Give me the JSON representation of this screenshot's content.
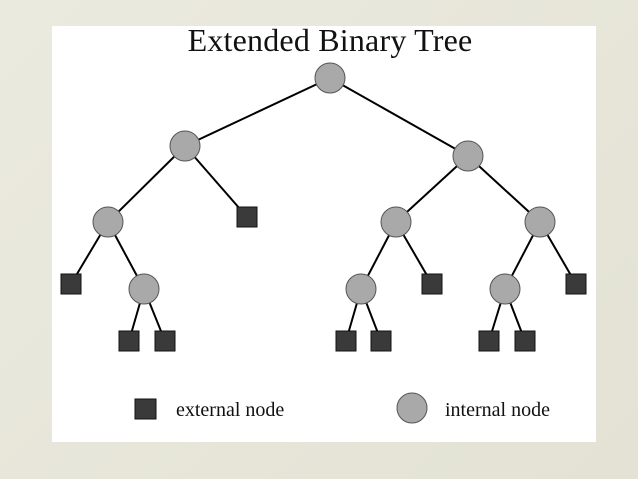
{
  "title": "Extended Binary Tree",
  "legend": {
    "external_label": "external node",
    "internal_label": "internal node"
  },
  "colors": {
    "background": "#e7e6d9",
    "panel": "#ffffff",
    "edge": "#000000",
    "internal_fill": "#a9a9a9",
    "internal_stroke": "#555555",
    "external_fill": "#3a3a3a",
    "external_stroke": "#111111"
  },
  "tree": {
    "nodes": [
      {
        "id": "n1",
        "kind": "internal"
      },
      {
        "id": "n2",
        "kind": "internal"
      },
      {
        "id": "n3",
        "kind": "internal"
      },
      {
        "id": "n4",
        "kind": "internal"
      },
      {
        "id": "e1",
        "kind": "external"
      },
      {
        "id": "n5",
        "kind": "internal"
      },
      {
        "id": "n6",
        "kind": "internal"
      },
      {
        "id": "e2",
        "kind": "external"
      },
      {
        "id": "n7",
        "kind": "internal"
      },
      {
        "id": "n8",
        "kind": "internal"
      },
      {
        "id": "e3",
        "kind": "external"
      },
      {
        "id": "n9",
        "kind": "internal"
      },
      {
        "id": "e4",
        "kind": "external"
      },
      {
        "id": "e5",
        "kind": "external"
      },
      {
        "id": "e6",
        "kind": "external"
      },
      {
        "id": "e7",
        "kind": "external"
      },
      {
        "id": "e8",
        "kind": "external"
      },
      {
        "id": "e9",
        "kind": "external"
      },
      {
        "id": "e10",
        "kind": "external"
      }
    ],
    "edges": [
      [
        "n1",
        "n2"
      ],
      [
        "n1",
        "n3"
      ],
      [
        "n2",
        "n4"
      ],
      [
        "n2",
        "e1"
      ],
      [
        "n3",
        "n6"
      ],
      [
        "n3",
        "n7"
      ],
      [
        "n4",
        "e2"
      ],
      [
        "n4",
        "n5"
      ],
      [
        "n5",
        "e5"
      ],
      [
        "n5",
        "e6"
      ],
      [
        "n6",
        "n8"
      ],
      [
        "n6",
        "e3"
      ],
      [
        "n7",
        "n9"
      ],
      [
        "n7",
        "e4"
      ],
      [
        "n8",
        "e7"
      ],
      [
        "n8",
        "e8"
      ],
      [
        "n9",
        "e9"
      ],
      [
        "n9",
        "e10"
      ]
    ]
  }
}
